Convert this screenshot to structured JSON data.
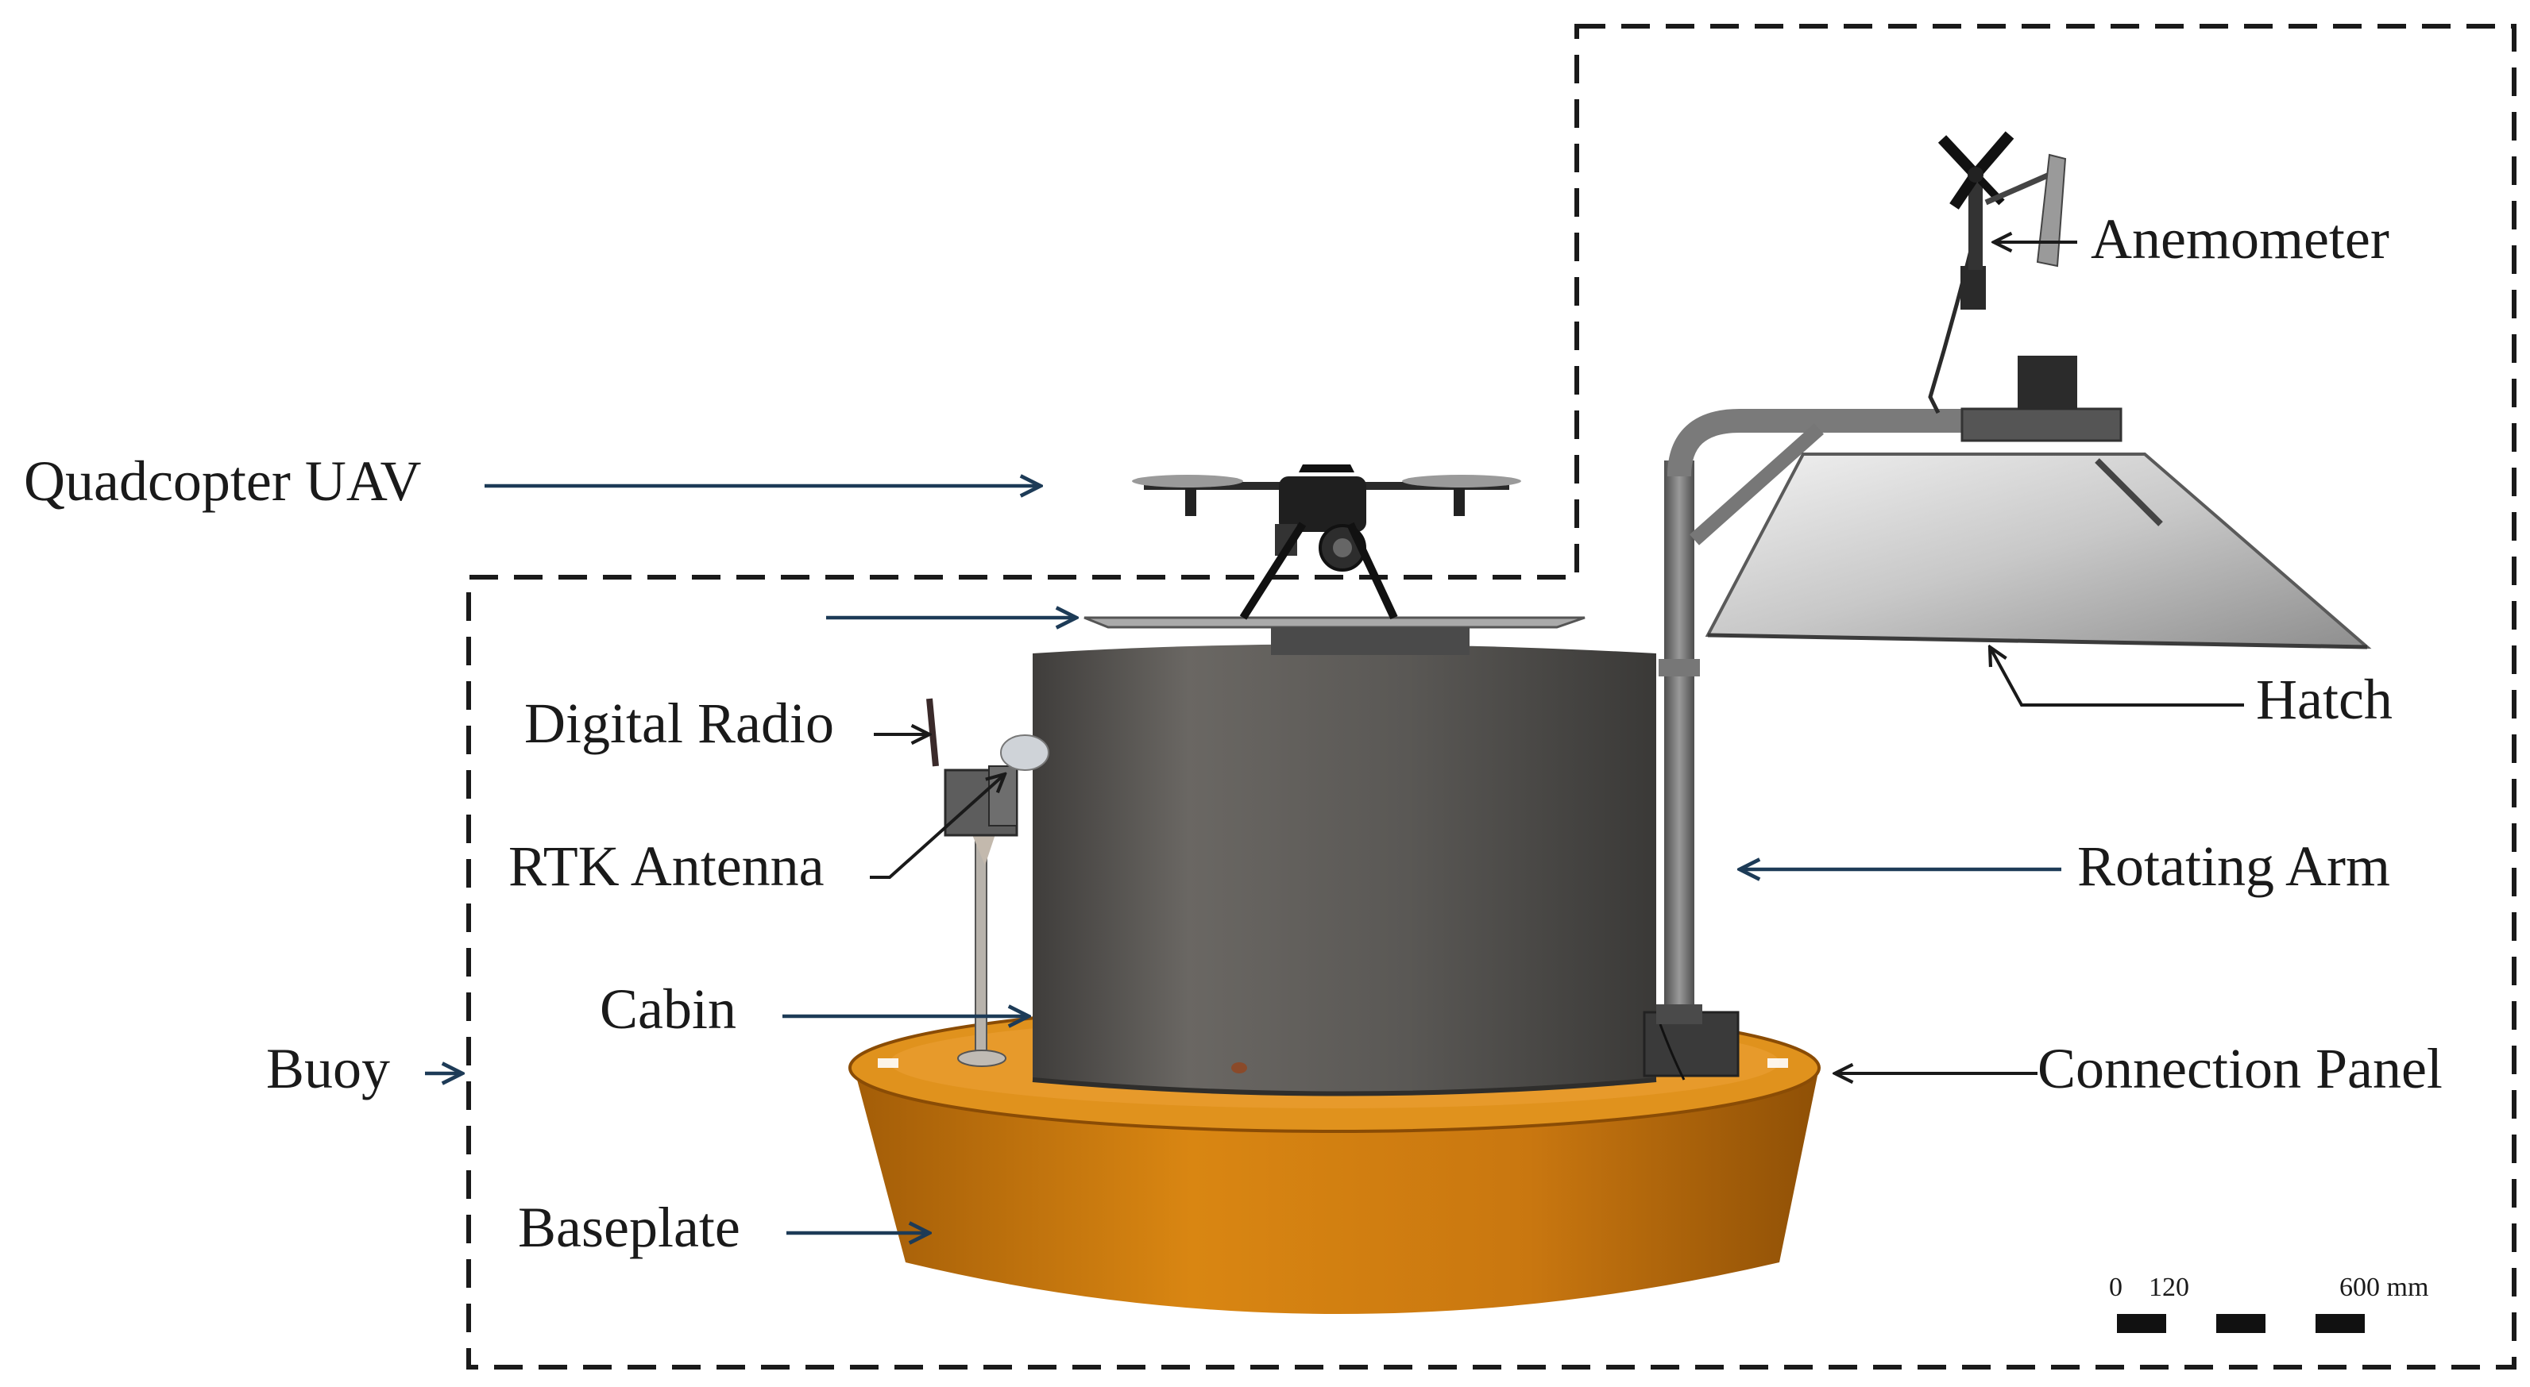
{
  "labels": {
    "quadcopter_uav": "Quadcopter UAV",
    "digital_radio": "Digital Radio",
    "rtk_antenna": "RTK Antenna",
    "cabin": "Cabin",
    "buoy": "Buoy",
    "baseplate": "Baseplate",
    "anemometer": "Anemometer",
    "hatch": "Hatch",
    "rotating_arm": "Rotating Arm",
    "connection_panel": "Connection Panel"
  },
  "scale_bar": {
    "tick_0": "0",
    "tick_1": "120",
    "tick_2": "600 mm"
  },
  "colors": {
    "buoy_orange": "#c9760e",
    "buoy_orange_dark": "#8a4c05",
    "cabin_gray": "#5b5956",
    "arm_gray": "#6e6e6e",
    "hatch_gray": "#b9b9b9",
    "arrow_blue": "#1d3b57",
    "line_black": "#1a1a1a"
  }
}
